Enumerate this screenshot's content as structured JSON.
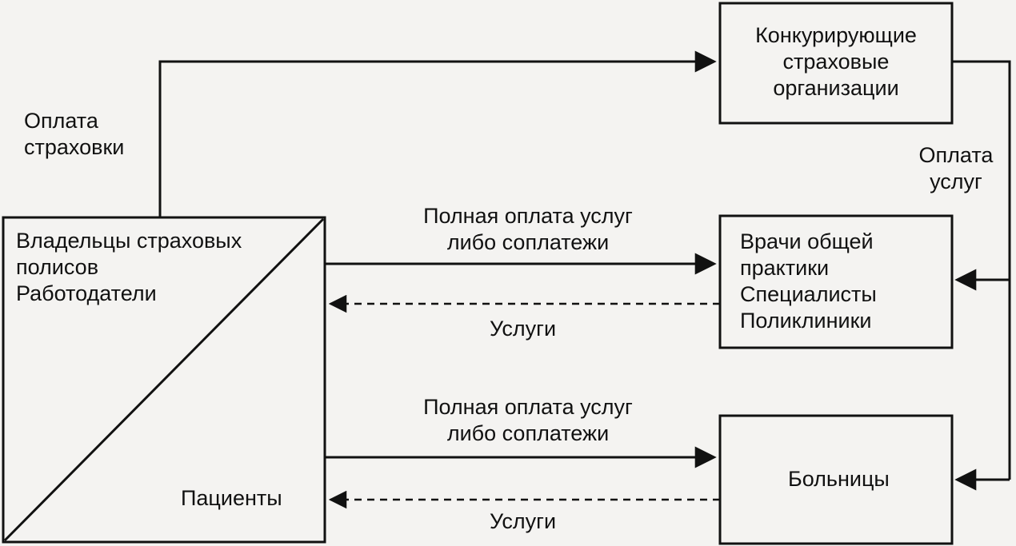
{
  "boxes": {
    "owners": {
      "line1": "Владельцы страховых",
      "line2": "полисов",
      "line3": "Работодатели",
      "bottom_label": "Пациенты"
    },
    "insurers": {
      "line1": "Конкурирующие",
      "line2": "страховые",
      "line3": "организации"
    },
    "doctors": {
      "line1": "Врачи общей",
      "line2": "практики",
      "line3": "Специалисты",
      "line4": "Поликлиники"
    },
    "hospitals": {
      "line1": "Больницы"
    }
  },
  "flows": {
    "insurance_payment": {
      "line1": "Оплата",
      "line2": "страховки"
    },
    "services_payment": {
      "line1": "Оплата",
      "line2": "услуг"
    },
    "payment_top": {
      "line1": "Полная оплата услуг",
      "line2": "либо соплатежи"
    },
    "services_top": "Услуги",
    "payment_bottom": {
      "line1": "Полная оплата услуг",
      "line2": "либо соплатежи"
    },
    "services_bottom": "Услуги"
  },
  "colors": {
    "ink": "#111111",
    "paper": "#f4f3f1"
  }
}
